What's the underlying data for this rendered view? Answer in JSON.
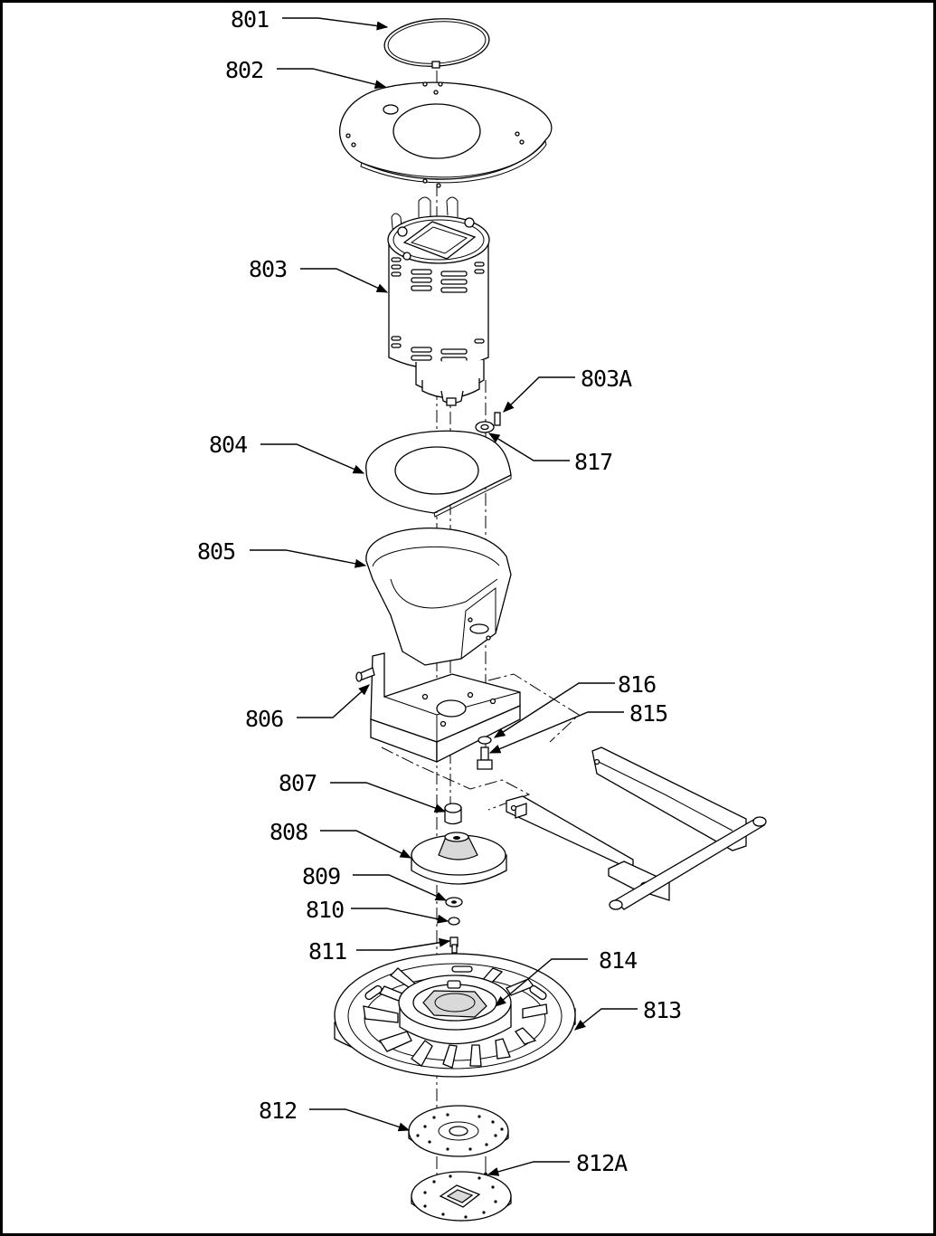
{
  "diagram": {
    "callouts": {
      "p801": "801",
      "p802": "802",
      "p803": "803",
      "p803A": "803A",
      "p804": "804",
      "p805": "805",
      "p806": "806",
      "p807": "807",
      "p808": "808",
      "p809": "809",
      "p810": "810",
      "p811": "811",
      "p812": "812",
      "p812A": "812A",
      "p813": "813",
      "p814": "814",
      "p815": "815",
      "p816": "816",
      "p817": "817"
    }
  }
}
